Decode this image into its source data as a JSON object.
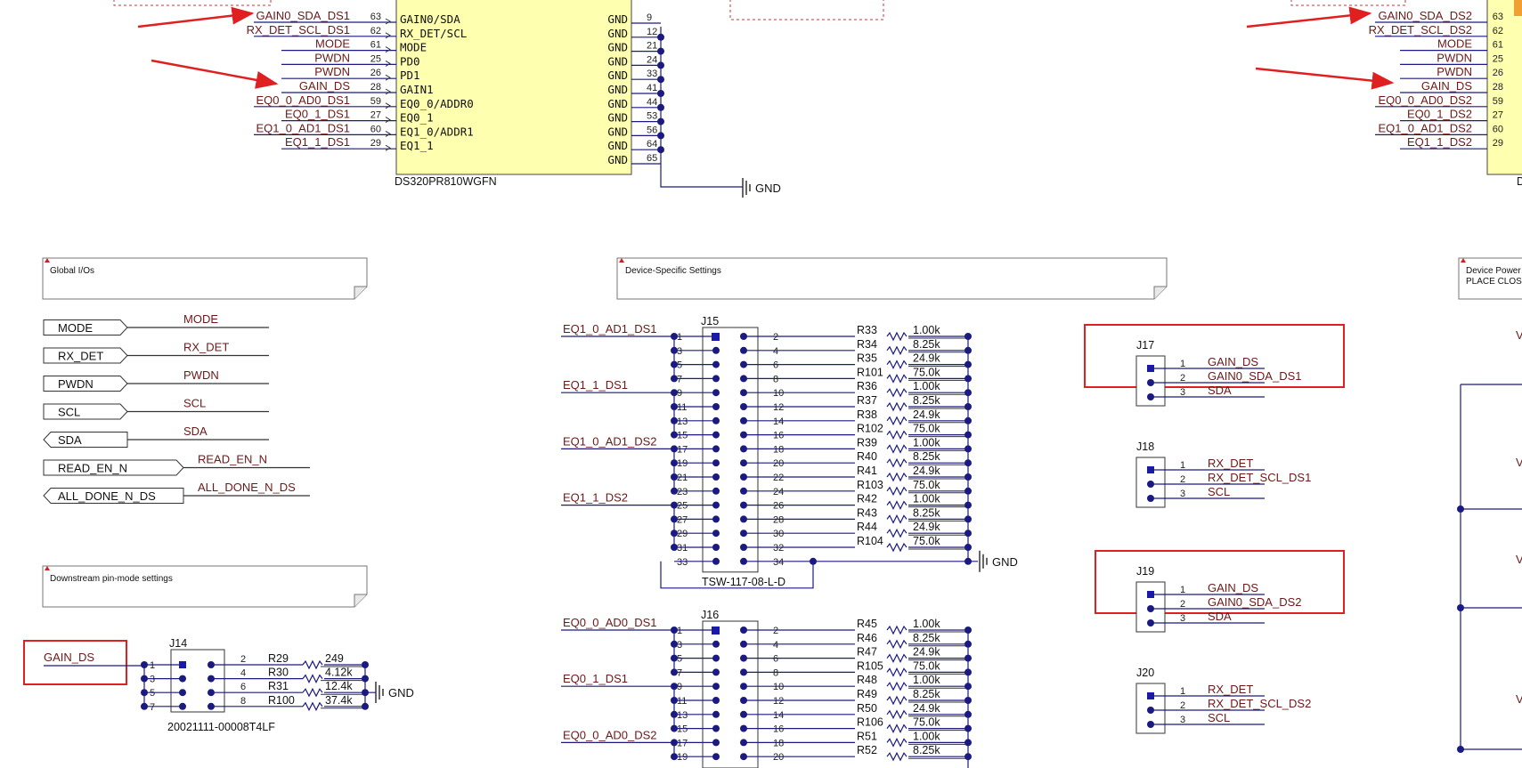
{
  "ic_left": {
    "part": "DS320PR810WGFN",
    "nets": [
      {
        "net": "GAIN0_SDA_DS1",
        "num": "63",
        "pin": "GAIN0/SDA"
      },
      {
        "net": "RX_DET_SCL_DS1",
        "num": "62",
        "pin": "RX_DET/SCL"
      },
      {
        "net": "MODE",
        "num": "61",
        "pin": "MODE"
      },
      {
        "net": "PWDN",
        "num": "25",
        "pin": "PD0"
      },
      {
        "net": "PWDN",
        "num": "26",
        "pin": "PD1"
      },
      {
        "net": "GAIN_DS",
        "num": "28",
        "pin": "GAIN1"
      },
      {
        "net": "EQ0_0_AD0_DS1",
        "num": "59",
        "pin": "EQ0_0/ADDR0"
      },
      {
        "net": "EQ0_1_DS1",
        "num": "27",
        "pin": "EQ0_1"
      },
      {
        "net": "EQ1_0_AD1_DS1",
        "num": "60",
        "pin": "EQ1_0/ADDR1"
      },
      {
        "net": "EQ1_1_DS1",
        "num": "29",
        "pin": "EQ1_1"
      }
    ],
    "gnd_label": "GND",
    "gnd_pins": [
      "9",
      "12",
      "21",
      "24",
      "33",
      "41",
      "44",
      "53",
      "56",
      "64",
      "65"
    ]
  },
  "ic_right": {
    "part_prefix": "D",
    "nets": [
      {
        "net": "GAIN0_SDA_DS2",
        "num": "63"
      },
      {
        "net": "RX_DET_SCL_DS2",
        "num": "62"
      },
      {
        "net": "MODE",
        "num": "61"
      },
      {
        "net": "PWDN",
        "num": "25"
      },
      {
        "net": "PWDN",
        "num": "26"
      },
      {
        "net": "GAIN_DS",
        "num": "28"
      },
      {
        "net": "EQ0_0_AD0_DS2",
        "num": "59"
      },
      {
        "net": "EQ0_1_DS2",
        "num": "27"
      },
      {
        "net": "EQ1_0_AD1_DS2",
        "num": "60"
      },
      {
        "net": "EQ1_1_DS2",
        "num": "29"
      }
    ]
  },
  "gnd_symbol_label": "GND",
  "boxes": {
    "global": "Global I/Os",
    "device": "Device-Specific Settings",
    "downstream": "Downstream pin-mode settings",
    "power_line1": "Device Power",
    "power_line2": "PLACE CLOS"
  },
  "global_ports": [
    {
      "port": "MODE",
      "net": "MODE"
    },
    {
      "port": "RX_DET",
      "net": "RX_DET"
    },
    {
      "port": "PWDN",
      "net": "PWDN"
    },
    {
      "port": "SCL",
      "net": "SCL"
    },
    {
      "port": "SDA",
      "net": "SDA"
    },
    {
      "port": "READ_EN_N",
      "net": "READ_EN_N"
    },
    {
      "port": "ALL_DONE_N_DS",
      "net": "ALL_DONE_N_DS"
    }
  ],
  "j14": {
    "ref": "J14",
    "net": "GAIN_DS",
    "part": "20021111-00008T4LF",
    "left_pins": [
      "1",
      "3",
      "5",
      "7"
    ],
    "rows": [
      {
        "pin": "2",
        "r": "R29",
        "v": "249"
      },
      {
        "pin": "4",
        "r": "R30",
        "v": "4.12k"
      },
      {
        "pin": "6",
        "r": "R31",
        "v": "12.4k"
      },
      {
        "pin": "8",
        "r": "R100",
        "v": "37.4k"
      }
    ]
  },
  "j15": {
    "ref": "J15",
    "part": "TSW-117-08-L-D",
    "nets": [
      "EQ1_0_AD1_DS1",
      "EQ1_1_DS1",
      "EQ1_0_AD1_DS2",
      "EQ1_1_DS2"
    ],
    "left_pins": [
      "1",
      "3",
      "5",
      "7",
      "9",
      "11",
      "13",
      "15",
      "17",
      "19",
      "21",
      "23",
      "25",
      "27",
      "29",
      "31",
      "33"
    ],
    "right_pins": [
      "2",
      "4",
      "6",
      "8",
      "10",
      "12",
      "14",
      "16",
      "18",
      "20",
      "22",
      "24",
      "26",
      "28",
      "30",
      "32",
      "34"
    ],
    "res": [
      {
        "r": "R33",
        "v": "1.00k"
      },
      {
        "r": "R34",
        "v": "8.25k"
      },
      {
        "r": "R35",
        "v": "24.9k"
      },
      {
        "r": "R101",
        "v": "75.0k"
      },
      {
        "r": "R36",
        "v": "1.00k"
      },
      {
        "r": "R37",
        "v": "8.25k"
      },
      {
        "r": "R38",
        "v": "24.9k"
      },
      {
        "r": "R102",
        "v": "75.0k"
      },
      {
        "r": "R39",
        "v": "1.00k"
      },
      {
        "r": "R40",
        "v": "8.25k"
      },
      {
        "r": "R41",
        "v": "24.9k"
      },
      {
        "r": "R103",
        "v": "75.0k"
      },
      {
        "r": "R42",
        "v": "1.00k"
      },
      {
        "r": "R43",
        "v": "8.25k"
      },
      {
        "r": "R44",
        "v": "24.9k"
      },
      {
        "r": "R104",
        "v": "75.0k"
      }
    ]
  },
  "j16": {
    "ref": "J16",
    "nets": [
      "EQ0_0_AD0_DS1",
      "EQ0_1_DS1",
      "EQ0_0_AD0_DS2"
    ],
    "left_pins": [
      "1",
      "3",
      "5",
      "7",
      "9",
      "11",
      "13",
      "15",
      "17",
      "19"
    ],
    "right_pins": [
      "2",
      "4",
      "6",
      "8",
      "10",
      "12",
      "14",
      "16",
      "18",
      "20"
    ],
    "res": [
      {
        "r": "R45",
        "v": "1.00k"
      },
      {
        "r": "R46",
        "v": "8.25k"
      },
      {
        "r": "R47",
        "v": "24.9k"
      },
      {
        "r": "R105",
        "v": "75.0k"
      },
      {
        "r": "R48",
        "v": "1.00k"
      },
      {
        "r": "R49",
        "v": "8.25k"
      },
      {
        "r": "R50",
        "v": "24.9k"
      },
      {
        "r": "R106",
        "v": "75.0k"
      },
      {
        "r": "R51",
        "v": "1.00k"
      },
      {
        "r": "R52",
        "v": "8.25k"
      }
    ]
  },
  "small_headers": [
    {
      "ref": "J17",
      "pins": [
        "1",
        "2",
        "3"
      ],
      "nets": [
        "GAIN_DS",
        "GAIN0_SDA_DS1",
        "SDA"
      ],
      "highlight": true
    },
    {
      "ref": "J18",
      "pins": [
        "1",
        "2",
        "3"
      ],
      "nets": [
        "RX_DET",
        "RX_DET_SCL_DS1",
        "SCL"
      ],
      "highlight": false
    },
    {
      "ref": "J19",
      "pins": [
        "1",
        "2",
        "3"
      ],
      "nets": [
        "GAIN_DS",
        "GAIN0_SDA_DS2",
        "SDA"
      ],
      "highlight": true
    },
    {
      "ref": "J20",
      "pins": [
        "1",
        "2",
        "3"
      ],
      "nets": [
        "RX_DET",
        "RX_DET_SCL_DS2",
        "SCL"
      ],
      "highlight": false
    }
  ],
  "colors": {
    "wire": "#1a1a80",
    "ic_fill": "#ffffb0",
    "highlight": "#e02020",
    "net": "#6e1818"
  }
}
